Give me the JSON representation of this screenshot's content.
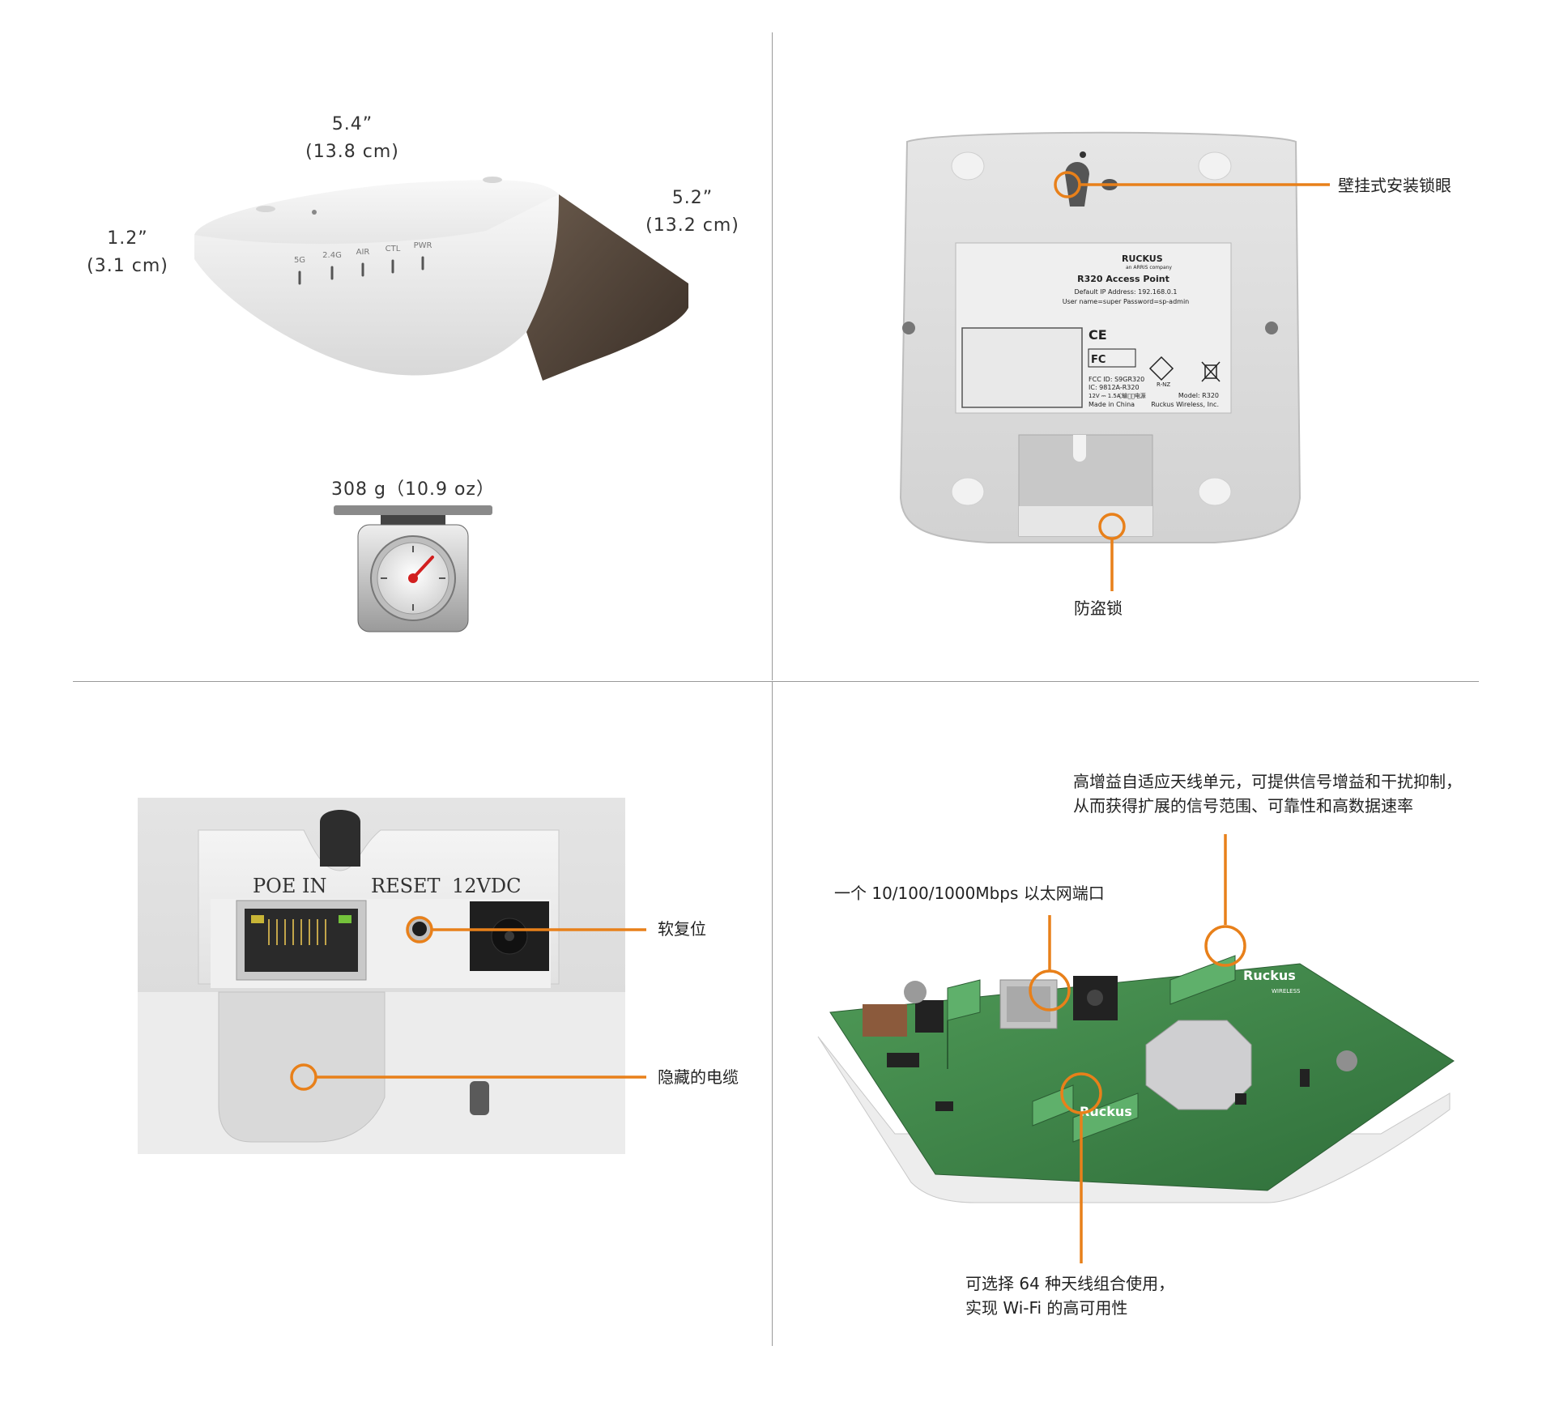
{
  "dimensions": {
    "width_in": "5.4”",
    "width_cm": "(13.8 cm)",
    "depth_in": "5.2”",
    "depth_cm": "(13.2 cm)",
    "height_in": "1.2”",
    "height_cm": "(3.1 cm)"
  },
  "leds": [
    "5G",
    "2.4G",
    "AIR",
    "CTL",
    "PWR"
  ],
  "weight": "308 g（10.9 oz）",
  "back_panel": {
    "brand": "RUCKUS",
    "brand_sub": "an ARRIS company",
    "model_title": "R320 Access Point",
    "default_ip": "Default IP Address: 192.168.0.1",
    "credentials": "User name=super   Password=sp-admin",
    "fcc": "FCC ID: S9GR320",
    "ic": "IC: 9812A-R320",
    "power": "12V ⎓ 1.5A  ⃟输入⃟电源",
    "made": "Made in China",
    "model": "Model: R320",
    "company": "Ruckus Wireless, Inc.",
    "rnz": "R-NZ",
    "label_wall": "壁挂式安装锁眼",
    "label_lock": "防盗锁"
  },
  "ports": {
    "poe": "POE IN",
    "reset": "RESET",
    "dc": "12VDC",
    "label_reset": "软复位",
    "label_cable": "隐藏的电缆"
  },
  "board": {
    "antenna_line1": "高增益自适应天线单元，可提供信号增益和干扰抑制，",
    "antenna_line2": "从而获得扩展的信号范围、可靠性和高数据速率",
    "ethernet": "一个 10/100/1000Mbps 以太网端口",
    "combo_line1": "可选择 64 种天线组合使用，",
    "combo_line2": "实现 Wi-Fi 的高可用性",
    "brand1": "Ruckus",
    "brand2": "Ruckus",
    "brand_sub": "WIRELESS"
  },
  "colors": {
    "accent": "#e8801a",
    "board_green": "#3f8a4a",
    "device_white": "#f0f0f0"
  }
}
